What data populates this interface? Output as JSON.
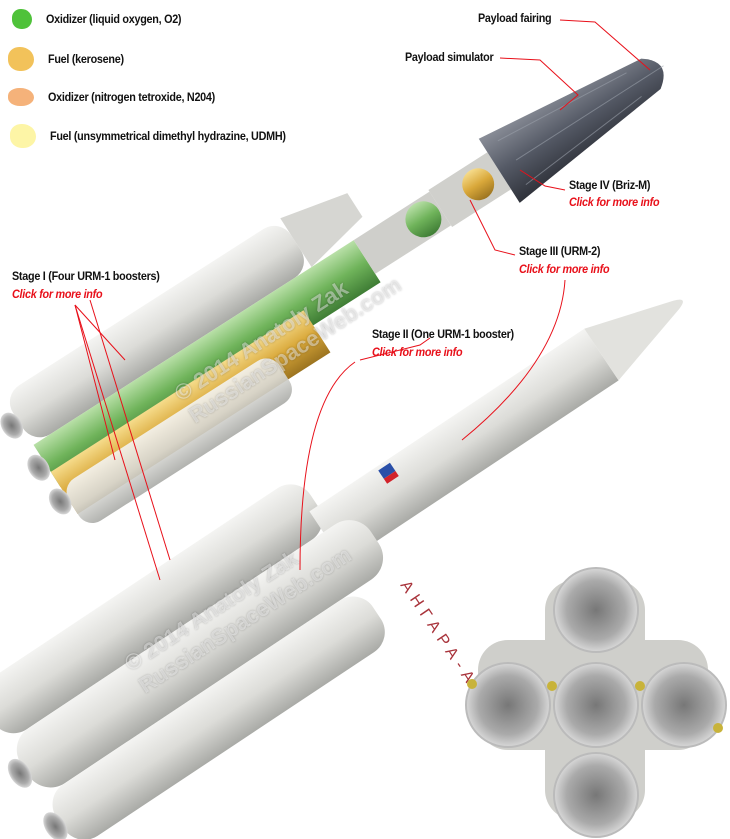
{
  "legend": [
    {
      "label": "Oxidizer (liquid oxygen, O2)",
      "color": "#4fc23a"
    },
    {
      "label": "Fuel (kerosene)",
      "color": "#f2c25a"
    },
    {
      "label": "Oxidizer (nitrogen tetroxide, N204)",
      "color": "#f5b27a"
    },
    {
      "label": "Fuel (unsymmetrical dimethyl hydrazine, UDMH)",
      "color": "#fdf5a6"
    }
  ],
  "callouts": {
    "payload_fairing": "Payload fairing",
    "payload_simulator": "Payload simulator",
    "stage4": {
      "title": "Stage IV (Briz-M)",
      "link": "Click for more info"
    },
    "stage3": {
      "title": "Stage III (URM-2)",
      "link": "Click for more info"
    },
    "stage1": {
      "title": "Stage I (Four URM-1 boosters)",
      "link": "Click for more info"
    },
    "stage2": {
      "title": "Stage II (One URM-1 booster)",
      "link": "Click for more info"
    }
  },
  "watermark": {
    "line1": "© 2014 Anatoly Zak",
    "line2": "RussianSpaceWeb.com"
  },
  "rocket_marking": "АНГАРА-А5",
  "colors": {
    "leader": "#e8101a",
    "link": "#e8101a"
  }
}
